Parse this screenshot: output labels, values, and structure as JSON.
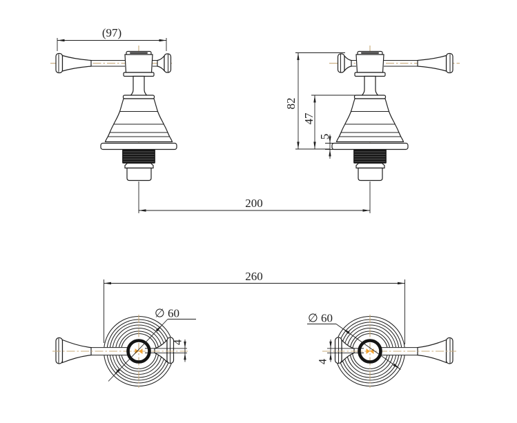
{
  "drawing": {
    "dims": {
      "handle_length": "(97)",
      "overall_height": "82",
      "body_height": "47",
      "plate_thickness": "5",
      "centres_distance": "200",
      "overall_width": "260",
      "neck_left": "4",
      "neck_right": "4"
    },
    "labels": {
      "flange_dia_left": "∅ 60",
      "flange_dia_right": "∅ 60"
    },
    "colors": {
      "line": "#1f1f1f",
      "centerline": "#c7a877",
      "center_mark": "#f0a232",
      "thread_fill": "#161616",
      "background": "#ffffff"
    }
  }
}
